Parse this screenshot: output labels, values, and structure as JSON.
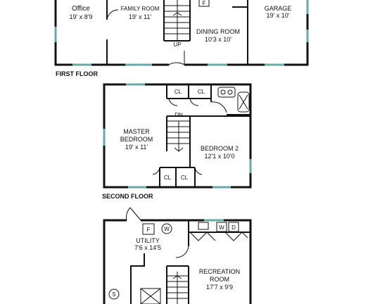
{
  "first_floor": {
    "title": "FIRST FLOOR",
    "office": {
      "name": "Office",
      "dims": "19' x 8'9"
    },
    "family_room": {
      "name": "FAMILY ROOM",
      "dims": "19' x 11'"
    },
    "dining_room": {
      "name": "DINING ROOM",
      "dims": "10'3 x 10'"
    },
    "garage": {
      "name": "GARAGE",
      "dims": "19' x 10'"
    },
    "stair_label": "UP",
    "fixture_f": "F"
  },
  "second_floor": {
    "title": "SECOND FLOOR",
    "master": {
      "name_line1": "MASTER",
      "name_line2": "BEDROOM",
      "dims": "19' x 11'"
    },
    "bedroom2": {
      "name": "BEDROOM 2",
      "dims": "12'1 x 10'0"
    },
    "closets": [
      "CL",
      "CL",
      "CL",
      "CL"
    ],
    "stair_label": "DN"
  },
  "basement": {
    "utility": {
      "name": "UTILITY",
      "dims": "7'6 x 14'5"
    },
    "recreation": {
      "name_line1": "RECREATION",
      "name_line2": "ROOM",
      "dims": "17'7 x 9'9"
    },
    "fixtures": {
      "furnace": "F",
      "water_heater": "W",
      "washer": "W",
      "dryer": "D",
      "sump": "S"
    }
  }
}
